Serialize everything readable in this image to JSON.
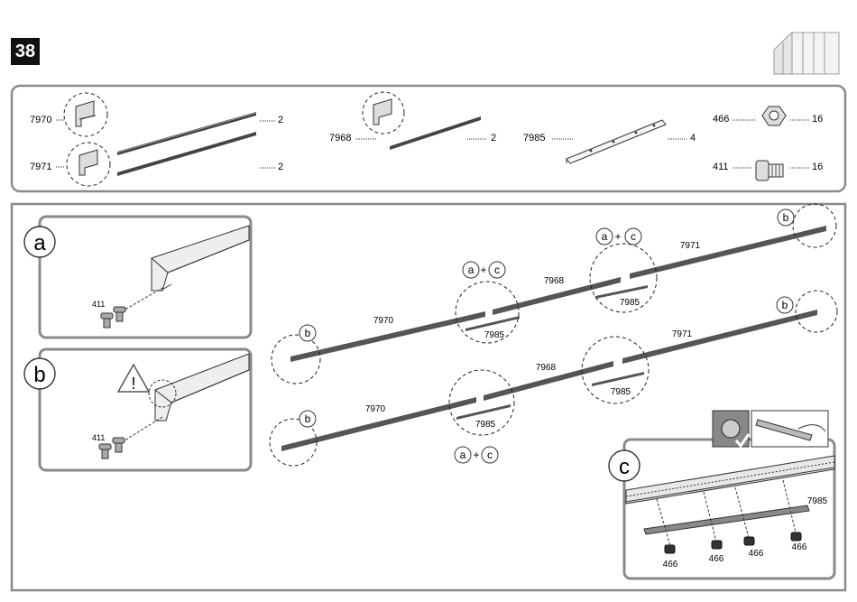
{
  "step_number": "38",
  "parts": {
    "p7970": {
      "code": "7970",
      "qty": "2"
    },
    "p7971": {
      "code": "7971",
      "qty": "2"
    },
    "p7968": {
      "code": "7968",
      "qty": "2"
    },
    "p7985": {
      "code": "7985",
      "qty": "4"
    },
    "p466": {
      "code": "466",
      "qty": "16"
    },
    "p411": {
      "code": "411",
      "qty": "16"
    }
  },
  "detail_a": {
    "letter": "a",
    "bolt": "411"
  },
  "detail_b": {
    "letter": "b",
    "bolt": "411",
    "warning": "!"
  },
  "detail_c": {
    "letter": "c",
    "bracket": "7985",
    "nut_labels": [
      "466",
      "466",
      "466",
      "466"
    ]
  },
  "assembly": {
    "top": {
      "left_rail": "7970",
      "mid_rail": "7968",
      "right_rail": "7971",
      "plate_1": "7985",
      "plate_2": "7985"
    },
    "bottom": {
      "left_rail": "7970",
      "mid_rail": "7968",
      "right_rail": "7971",
      "plate_1": "7985",
      "plate_2": "7985"
    },
    "callout_a": "a",
    "callout_b": "b",
    "callout_c": "c",
    "plus": "+"
  }
}
